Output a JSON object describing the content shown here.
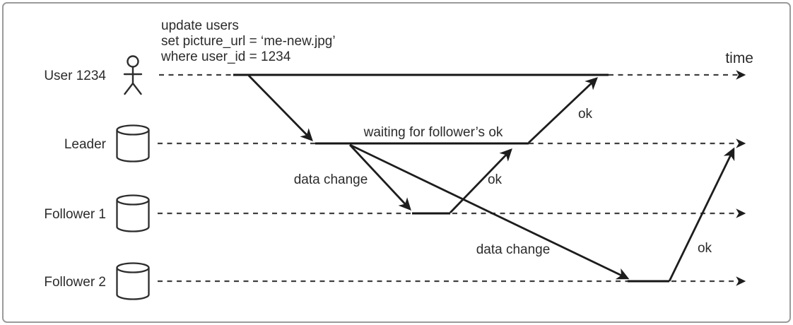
{
  "figure": {
    "type": "sequence-diagram",
    "query_lines": [
      "update users",
      "set picture_url = ‘me-new.jpg’",
      "where user_id = 1234"
    ],
    "time_label": "time",
    "lanes": [
      {
        "label": "User 1234",
        "icon": "person-icon"
      },
      {
        "label": "Leader",
        "icon": "database-icon"
      },
      {
        "label": "Follower 1",
        "icon": "database-icon"
      },
      {
        "label": "Follower 2",
        "icon": "database-icon"
      }
    ],
    "leader_note": "waiting for follower’s ok",
    "messages": [
      {
        "from": "User 1234",
        "to": "Leader",
        "label": ""
      },
      {
        "from": "Leader",
        "to": "Follower 1",
        "label": "data change"
      },
      {
        "from": "Leader",
        "to": "Follower 2",
        "label": "data change"
      },
      {
        "from": "Follower 1",
        "to": "Leader",
        "label": "ok"
      },
      {
        "from": "Leader",
        "to": "User 1234",
        "label": "ok"
      },
      {
        "from": "Follower 2",
        "to": "Leader",
        "label": "ok"
      }
    ]
  },
  "colors": {
    "ink": "#1d1d1d",
    "dash": "#404040",
    "text": "#2b2b2b",
    "frame": "#9b9b9b",
    "background": "#ffffff"
  }
}
